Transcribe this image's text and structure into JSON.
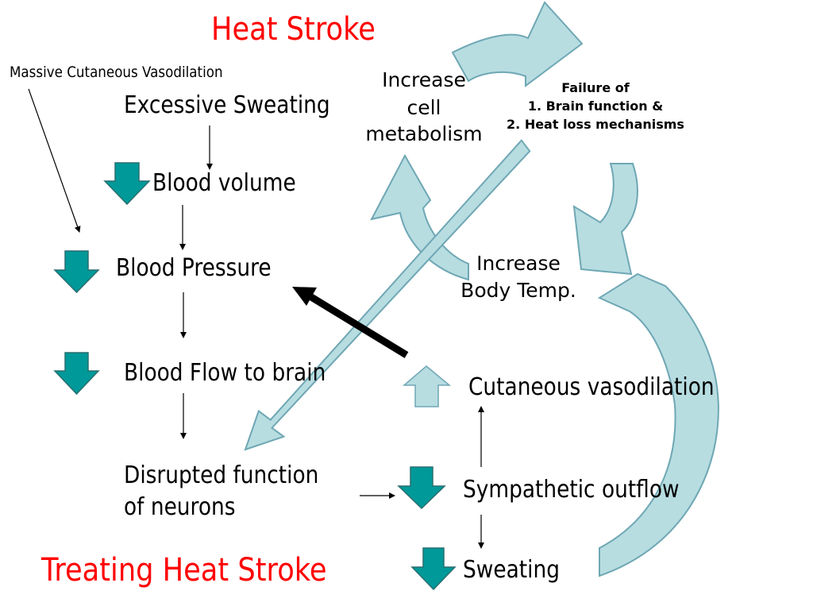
{
  "titles": {
    "heat_stroke": "Heat Stroke",
    "treating": "Treating Heat Stroke"
  },
  "left_chain": {
    "vasodilation_note": "Massive Cutaneous Vasodilation",
    "excessive_sweating": "Excessive Sweating",
    "blood_volume": "Blood volume",
    "blood_pressure": "Blood Pressure",
    "blood_flow": "Blood Flow to brain",
    "disrupted_1": "Disrupted function",
    "disrupted_2": "of neurons"
  },
  "cycle": {
    "increase_cell_1": "Increase",
    "increase_cell_2": "cell",
    "increase_cell_3": "metabolism",
    "failure_1": "Failure of",
    "failure_2": "1. Brain function &",
    "failure_3": "2. Heat loss mechanisms",
    "body_temp_1": "Increase",
    "body_temp_2": "Body Temp."
  },
  "right_chain": {
    "cutaneous": "Cutaneous vasodilation",
    "sympathetic": "Sympathetic outflow",
    "sweating": "Sweating"
  },
  "colors": {
    "title_red": "#ff0000",
    "down_arrow_teal": "#009999",
    "cycle_arrow_fill": "#b7dde1",
    "cycle_arrow_stroke": "#6fa7b4"
  }
}
